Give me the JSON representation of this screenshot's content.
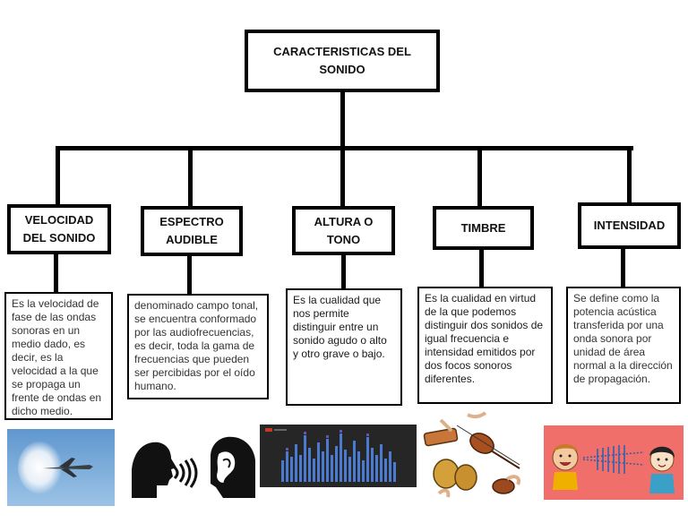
{
  "title": "CARACTERISTICAS DEL SONIDO",
  "categories": [
    {
      "label": "VELOCIDAD DEL SONIDO",
      "description": "Es la velocidad de fase de las ondas sonoras en un medio dado, es decir, es la velocidad a la que se propaga un frente de ondas en dicho medio."
    },
    {
      "label": "ESPECTRO AUDIBLE",
      "description": "denominado campo tonal, se encuentra conformado por las audiofrecuencias, es decir, toda la gama de frecuencias que pueden ser percibidas por el oído humano."
    },
    {
      "label": "ALTURA O TONO",
      "description": "Es la cualidad que nos permite distinguir entre un sonido agudo o alto y otro grave o bajo."
    },
    {
      "label": "TIMBRE",
      "description": "Es la cualidad en virtud de la que podemos distinguir dos sonidos de igual frecuencia e intensidad emitidos por dos focos sonoros diferentes."
    },
    {
      "label": "INTENSIDAD",
      "description": " Se define como la potencia acústica transferida por una onda sonora por unidad de área normal a la dirección de propagación."
    }
  ]
}
